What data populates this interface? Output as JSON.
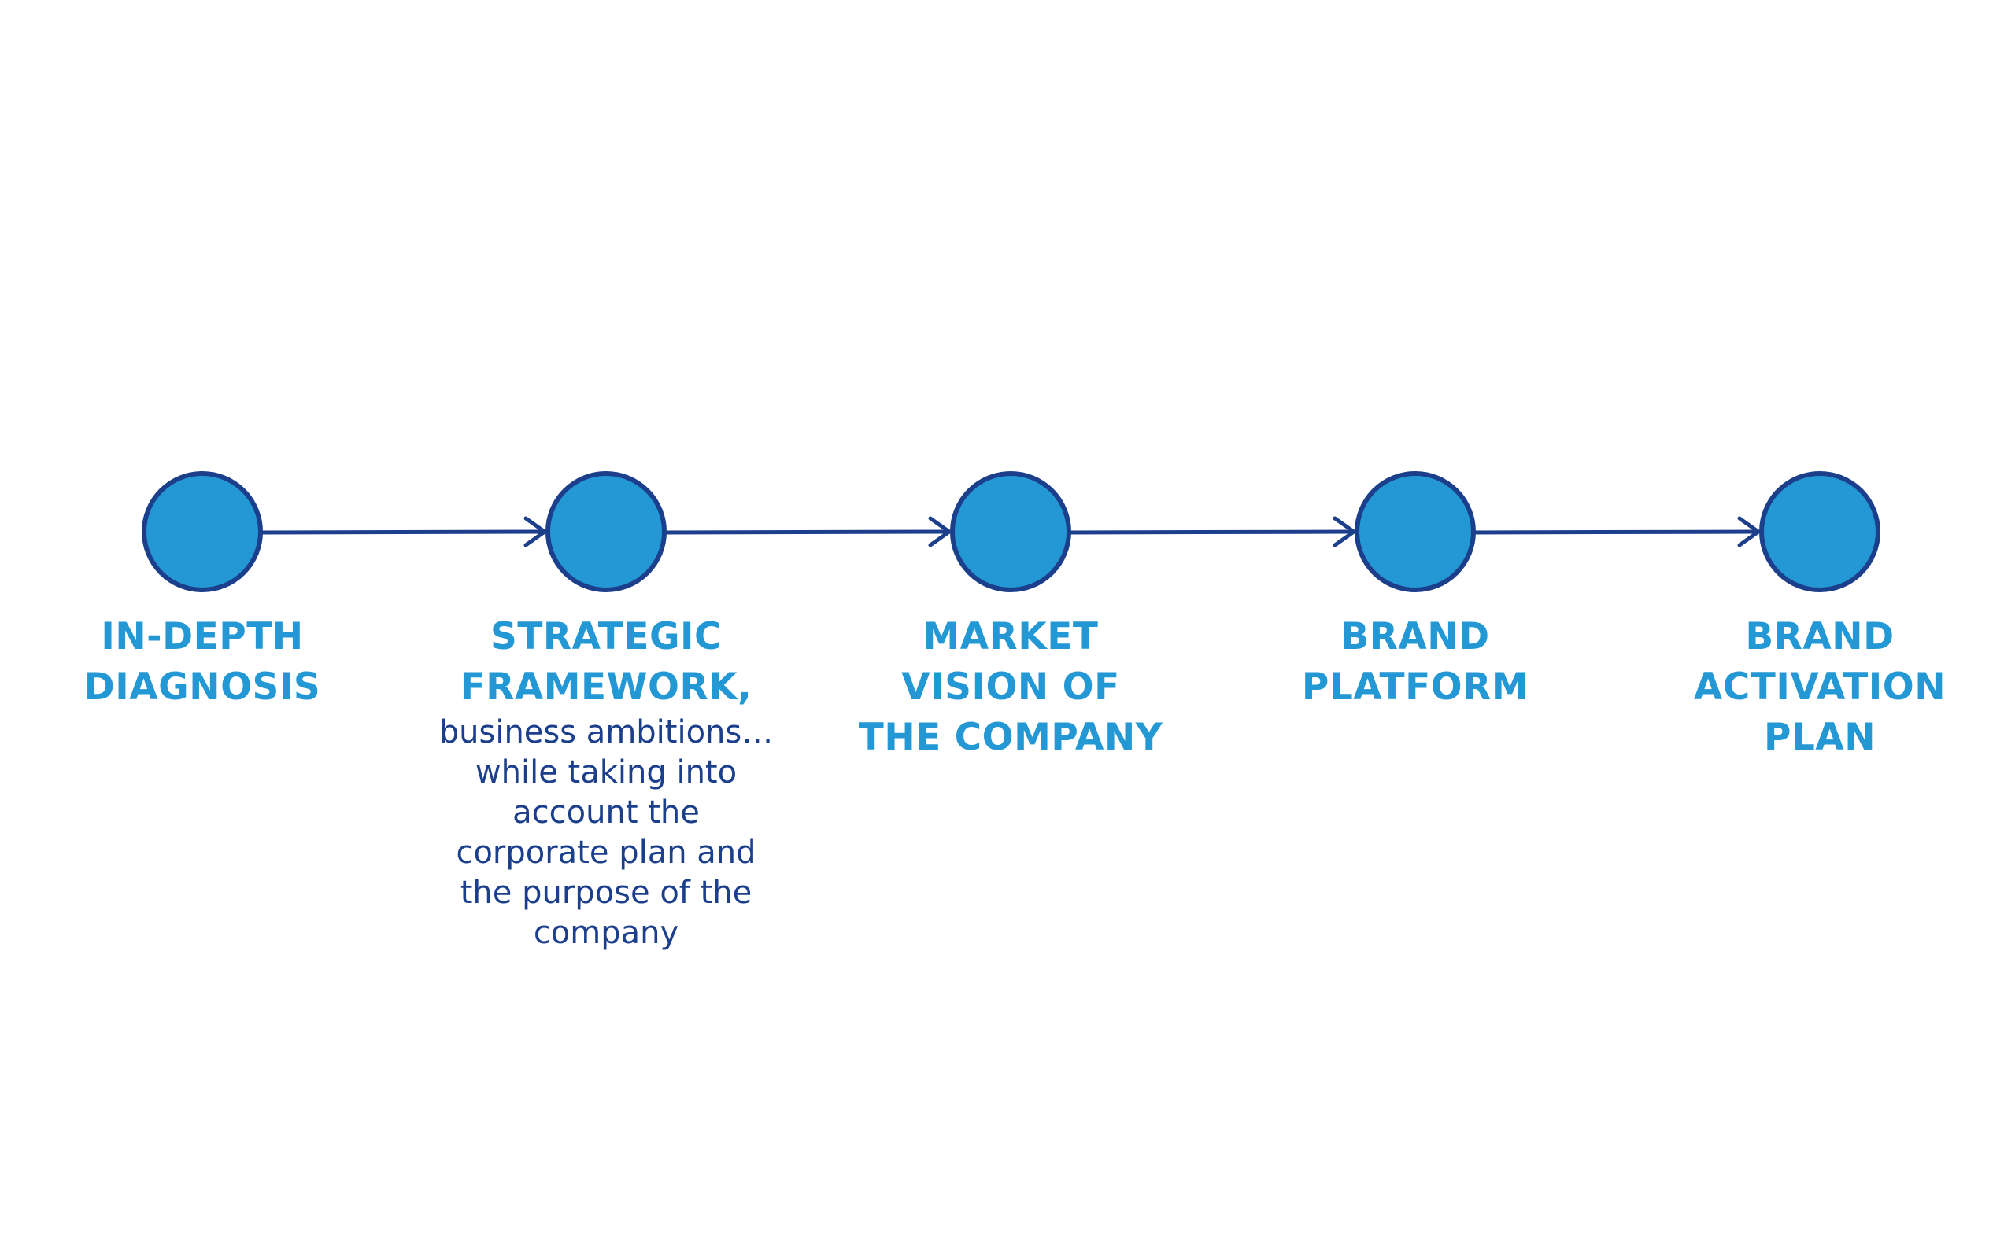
{
  "diagram": {
    "colors": {
      "node_fill": "#2398d4",
      "node_stroke": "#1c3f8c",
      "arrow": "#1c3f8c",
      "title_text": "#2398d4",
      "desc_text": "#1c3f8c"
    },
    "steps": [
      {
        "title": "IN-DEPTH\nDIAGNOSIS",
        "description": ""
      },
      {
        "title": "STRATEGIC\nFRAMEWORK,",
        "description": "business ambitions…\nwhile taking into\naccount the\ncorporate plan and\nthe purpose of the\ncompany"
      },
      {
        "title": "MARKET\nVISION OF\nTHE COMPANY",
        "description": ""
      },
      {
        "title": "BRAND\nPLATFORM",
        "description": ""
      },
      {
        "title": "BRAND\nACTIVATION\nPLAN",
        "description": ""
      }
    ],
    "connector_icon": "arrow-right-icon"
  }
}
